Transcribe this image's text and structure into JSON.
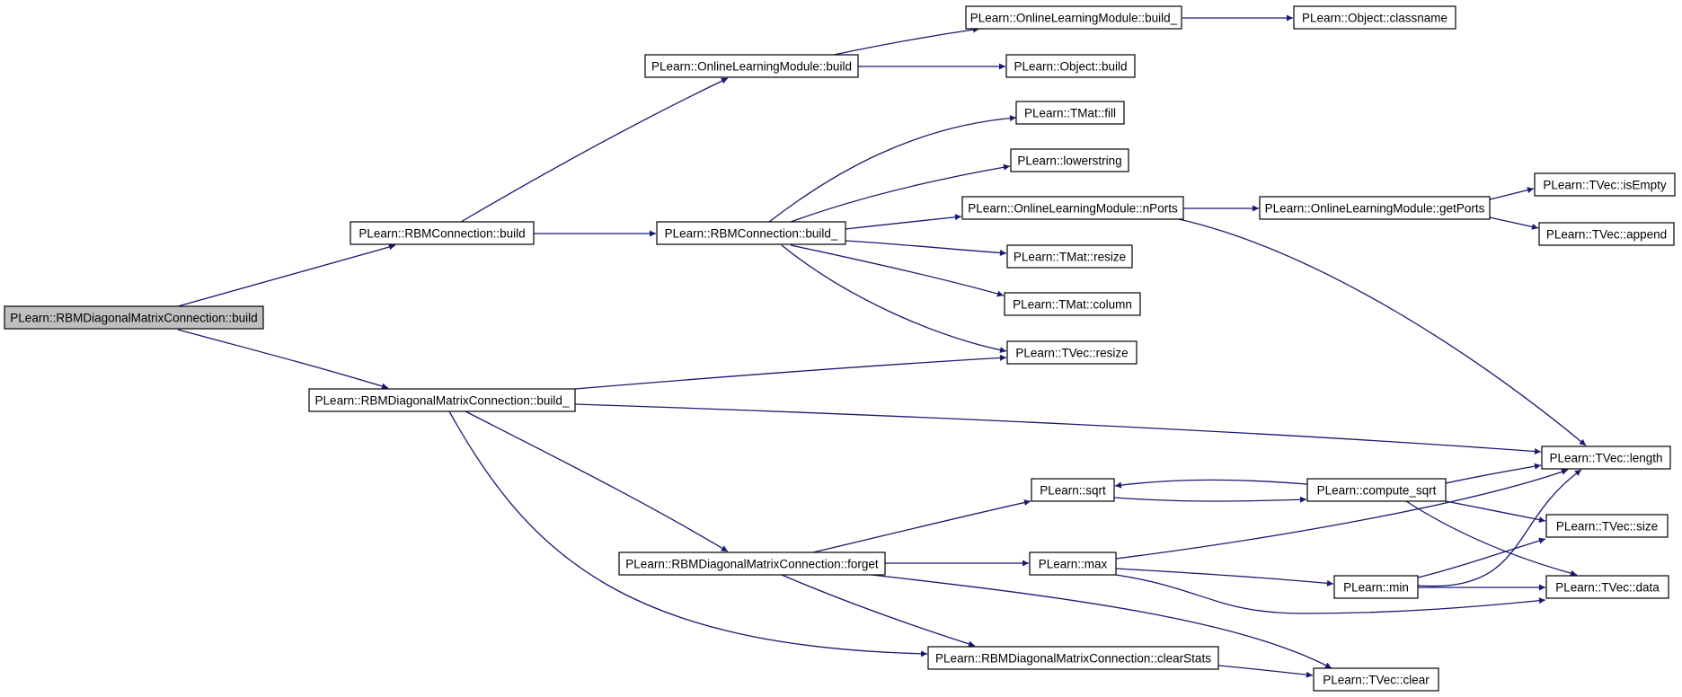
{
  "diagram": {
    "colors": {
      "edge": "#191970",
      "node_border": "#000000",
      "node_fill": "#ffffff",
      "root_fill": "#bfbfbf",
      "text": "#000000"
    },
    "nodes": [
      {
        "id": "root",
        "label": "PLearn::RBMDiagonalMatrixConnection::build",
        "root": true
      },
      {
        "id": "rbmc_build",
        "label": "PLearn::RBMConnection::build"
      },
      {
        "id": "olm_build",
        "label": "PLearn::OnlineLearningModule::build"
      },
      {
        "id": "olm_build_",
        "label": "PLearn::OnlineLearningModule::build_"
      },
      {
        "id": "obj_classname",
        "label": "PLearn::Object::classname"
      },
      {
        "id": "obj_build",
        "label": "PLearn::Object::build"
      },
      {
        "id": "rbmc_build_",
        "label": "PLearn::RBMConnection::build_"
      },
      {
        "id": "tmat_fill",
        "label": "PLearn::TMat::fill"
      },
      {
        "id": "lowerstring",
        "label": "PLearn::lowerstring"
      },
      {
        "id": "olm_nports",
        "label": "PLearn::OnlineLearningModule::nPorts"
      },
      {
        "id": "olm_getports",
        "label": "PLearn::OnlineLearningModule::getPorts"
      },
      {
        "id": "tvec_isempty",
        "label": "PLearn::TVec::isEmpty"
      },
      {
        "id": "tvec_append",
        "label": "PLearn::TVec::append"
      },
      {
        "id": "tmat_resize",
        "label": "PLearn::TMat::resize"
      },
      {
        "id": "tmat_column",
        "label": "PLearn::TMat::column"
      },
      {
        "id": "tvec_resize",
        "label": "PLearn::TVec::resize"
      },
      {
        "id": "rdmc_build_",
        "label": "PLearn::RBMDiagonalMatrixConnection::build_"
      },
      {
        "id": "tvec_length",
        "label": "PLearn::TVec::length"
      },
      {
        "id": "sqrt",
        "label": "PLearn::sqrt"
      },
      {
        "id": "compute_sqrt",
        "label": "PLearn::compute_sqrt"
      },
      {
        "id": "tvec_size",
        "label": "PLearn::TVec::size"
      },
      {
        "id": "rdmc_forget",
        "label": "PLearn::RBMDiagonalMatrixConnection::forget"
      },
      {
        "id": "max",
        "label": "PLearn::max"
      },
      {
        "id": "min",
        "label": "PLearn::min"
      },
      {
        "id": "tvec_data",
        "label": "PLearn::TVec::data"
      },
      {
        "id": "rdmc_clearstats",
        "label": "PLearn::RBMDiagonalMatrixConnection::clearStats"
      },
      {
        "id": "tvec_clear",
        "label": "PLearn::TVec::clear"
      }
    ],
    "edges": [
      [
        "root",
        "rbmc_build"
      ],
      [
        "root",
        "rdmc_build_"
      ],
      [
        "rbmc_build",
        "olm_build"
      ],
      [
        "rbmc_build",
        "rbmc_build_"
      ],
      [
        "olm_build",
        "olm_build_"
      ],
      [
        "olm_build",
        "obj_build"
      ],
      [
        "olm_build_",
        "obj_classname"
      ],
      [
        "rbmc_build_",
        "tmat_fill"
      ],
      [
        "rbmc_build_",
        "lowerstring"
      ],
      [
        "rbmc_build_",
        "olm_nports"
      ],
      [
        "rbmc_build_",
        "tmat_resize"
      ],
      [
        "rbmc_build_",
        "tmat_column"
      ],
      [
        "rbmc_build_",
        "tvec_resize"
      ],
      [
        "olm_nports",
        "olm_getports"
      ],
      [
        "olm_nports",
        "tvec_length"
      ],
      [
        "olm_getports",
        "tvec_isempty"
      ],
      [
        "olm_getports",
        "tvec_append"
      ],
      [
        "rdmc_build_",
        "tvec_resize"
      ],
      [
        "rdmc_build_",
        "tvec_length"
      ],
      [
        "rdmc_build_",
        "rdmc_forget"
      ],
      [
        "rdmc_build_",
        "rdmc_clearstats"
      ],
      [
        "rdmc_forget",
        "sqrt"
      ],
      [
        "rdmc_forget",
        "max"
      ],
      [
        "rdmc_forget",
        "rdmc_clearstats"
      ],
      [
        "rdmc_forget",
        "tvec_clear"
      ],
      [
        "sqrt",
        "compute_sqrt"
      ],
      [
        "compute_sqrt",
        "sqrt"
      ],
      [
        "compute_sqrt",
        "tvec_length"
      ],
      [
        "compute_sqrt",
        "tvec_size"
      ],
      [
        "compute_sqrt",
        "tvec_data"
      ],
      [
        "max",
        "tvec_length"
      ],
      [
        "max",
        "min"
      ],
      [
        "max",
        "tvec_data"
      ],
      [
        "min",
        "tvec_length"
      ],
      [
        "min",
        "tvec_size"
      ],
      [
        "min",
        "tvec_data"
      ],
      [
        "rdmc_clearstats",
        "tvec_clear"
      ]
    ]
  }
}
